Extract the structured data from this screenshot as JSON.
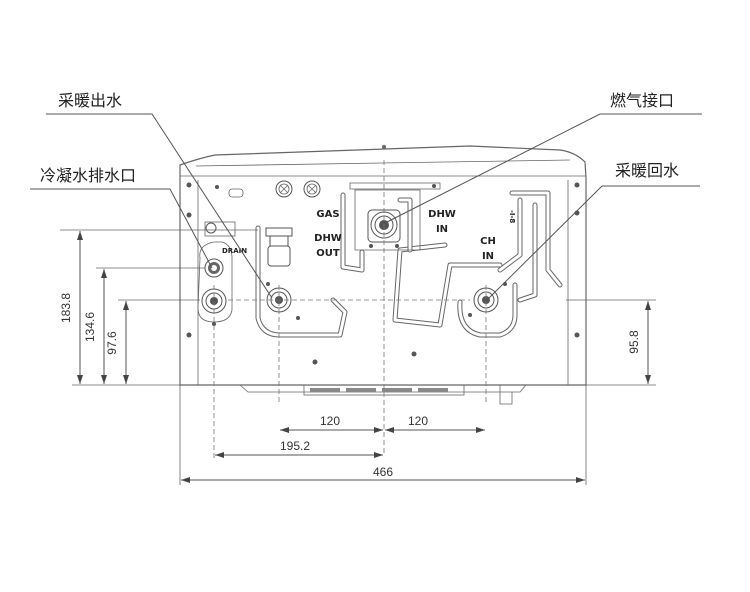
{
  "callouts": {
    "heating_outlet": "采暖出水",
    "condensate_drain": "冷凝水排水口",
    "gas_inlet": "燃气接口",
    "heating_return": "采暖回水"
  },
  "panel_labels": {
    "gas": "GAS",
    "dhw_out_1": "DHW",
    "dhw_out_2": "OUT",
    "dhw_in_1": "DHW",
    "dhw_in_2": "IN",
    "ch_in_1": "CH",
    "ch_in_2": "IN",
    "drain": "DRAIN",
    "side_mark": "-I-8"
  },
  "dimensions": {
    "v_183_8": "183.8",
    "v_134_6": "134.6",
    "v_97_6": "97.6",
    "v_95_8": "95.8",
    "h_120_left": "120",
    "h_120_right": "120",
    "h_195_2": "195.2",
    "h_466": "466"
  }
}
